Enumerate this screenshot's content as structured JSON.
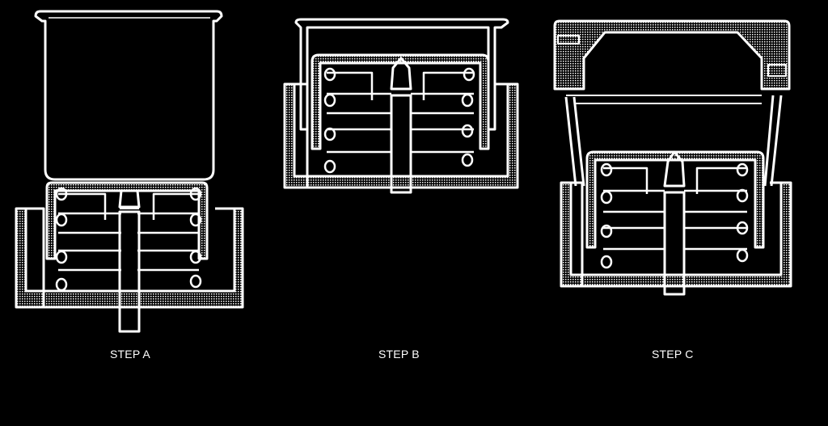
{
  "steps": [
    {
      "label": "STEP A"
    },
    {
      "label": "STEP B"
    },
    {
      "label": "STEP C"
    }
  ],
  "colors": {
    "background": "#000000",
    "line": "#ffffff",
    "hatch": "#9a9a9a"
  }
}
